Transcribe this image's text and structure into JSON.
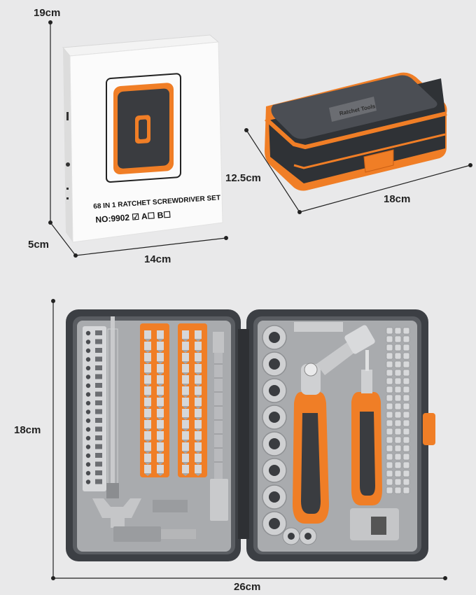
{
  "dimensions": {
    "box_height": "19cm",
    "box_depth": "5cm",
    "box_width": "14cm",
    "case_height": "12.5cm",
    "case_width": "18cm",
    "open_height": "18cm",
    "open_width": "26cm"
  },
  "box": {
    "title": "68 IN 1 RATCHET SCREWDRIVER SET",
    "model_line": "NO:9902 ☑ A☐ B☐"
  },
  "case": {
    "brand": "Ratchet Tools"
  },
  "colors": {
    "accent": "#f07e26",
    "case_gray": "#4a4d52",
    "background": "#e9e9ea"
  }
}
